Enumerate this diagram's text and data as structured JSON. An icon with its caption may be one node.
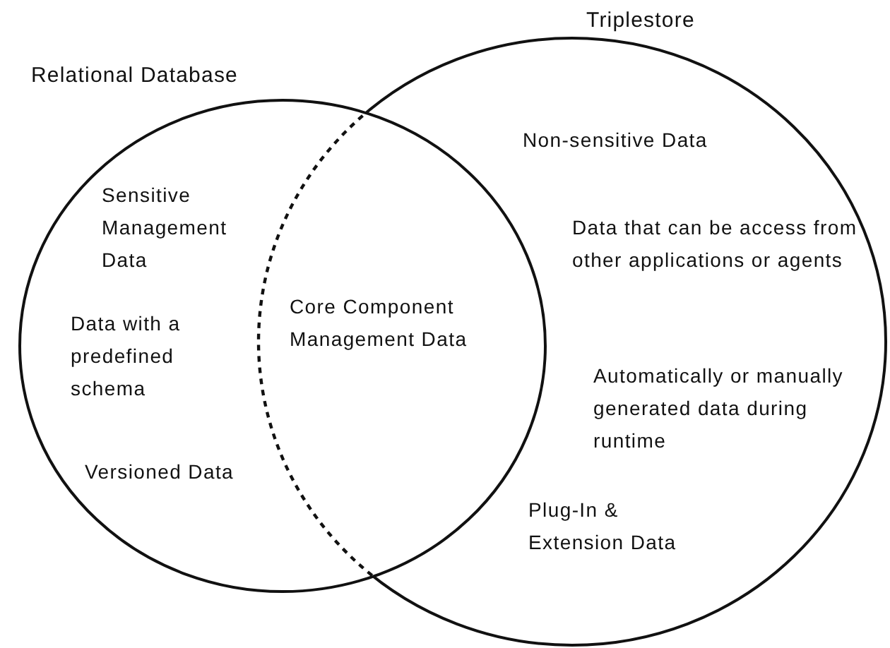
{
  "diagram": {
    "nodes": [
      {
        "text": [
          "Relational Database",
          "Sensitive Management Data",
          "Data with a predefined schema",
          "Versioned Data"
        ]
      },
      {
        "text": [
          "Triplestore",
          "Non-sensitive Data",
          "Data that can be access from other applications or agents",
          "Automatically or manually generated data during runtime",
          "Plug-In & Extension Data"
        ]
      }
    ],
    "edges": [],
    "labels": [
      "Core Component Management Data"
    ]
  }
}
